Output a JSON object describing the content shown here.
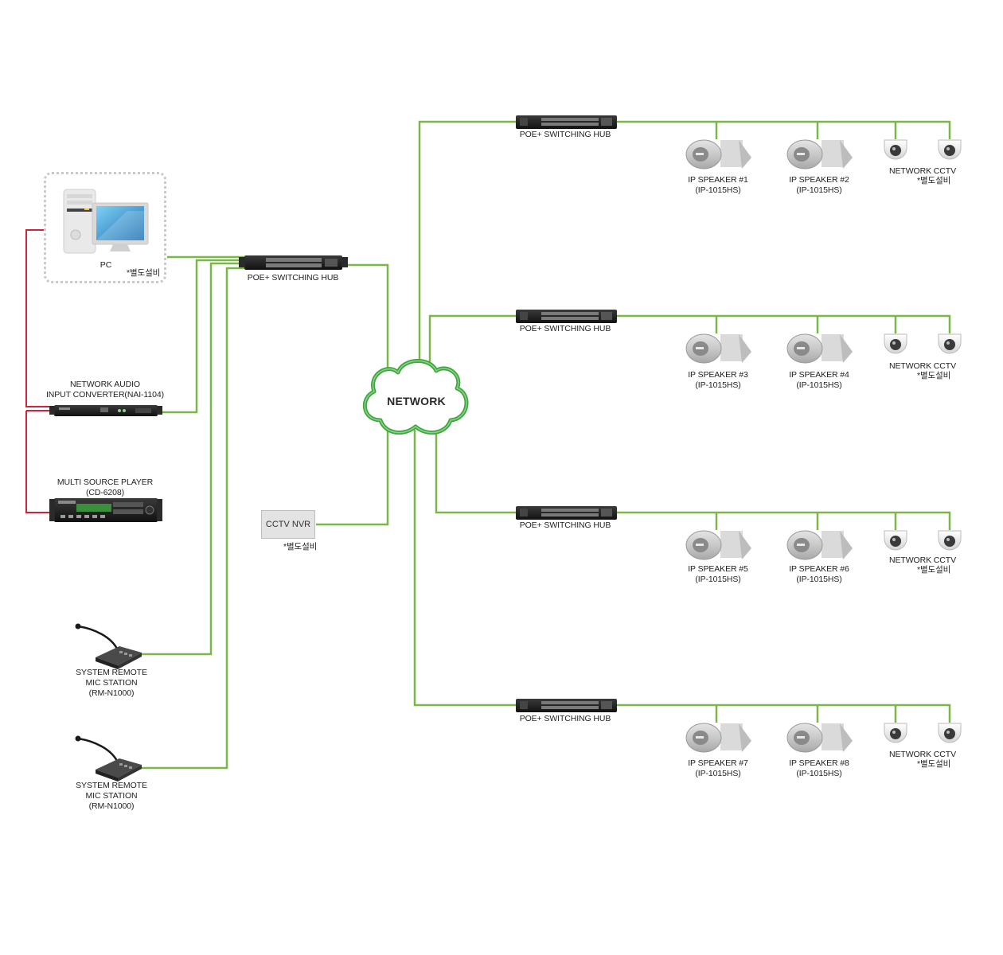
{
  "network": {
    "label": "NETWORK"
  },
  "pc": {
    "label": "PC",
    "note": "*별도설비"
  },
  "main_hub": {
    "label": "POE+ SWITCHING HUB"
  },
  "converter": {
    "line1": "NETWORK AUDIO",
    "line2": "INPUT CONVERTER(NAI-1104)"
  },
  "player": {
    "line1": "MULTI SOURCE PLAYER",
    "line2": "(CD-6208)"
  },
  "nvr": {
    "label": "CCTV NVR",
    "note": "*별도설비"
  },
  "mic_stations": [
    {
      "line1": "SYSTEM REMOTE",
      "line2": "MIC STATION",
      "line3": "(RM-N1000)"
    },
    {
      "line1": "SYSTEM REMOTE",
      "line2": "MIC STATION",
      "line3": "(RM-N1000)"
    }
  ],
  "branches": [
    {
      "hub_label": "POE+ SWITCHING HUB",
      "speakers": [
        {
          "name": "IP SPEAKER #1",
          "model": "(IP-1015HS)"
        },
        {
          "name": "IP SPEAKER #2",
          "model": "(IP-1015HS)"
        }
      ],
      "cctv": {
        "label": "NETWORK CCTV",
        "note": "*별도설비"
      }
    },
    {
      "hub_label": "POE+ SWITCHING HUB",
      "speakers": [
        {
          "name": "IP SPEAKER #3",
          "model": "(IP-1015HS)"
        },
        {
          "name": "IP SPEAKER #4",
          "model": "(IP-1015HS)"
        }
      ],
      "cctv": {
        "label": "NETWORK CCTV",
        "note": "*별도설비"
      }
    },
    {
      "hub_label": "POE+ SWITCHING HUB",
      "speakers": [
        {
          "name": "IP SPEAKER #5",
          "model": "(IP-1015HS)"
        },
        {
          "name": "IP SPEAKER #6",
          "model": "(IP-1015HS)"
        }
      ],
      "cctv": {
        "label": "NETWORK CCTV",
        "note": "*별도설비"
      }
    },
    {
      "hub_label": "POE+ SWITCHING HUB",
      "speakers": [
        {
          "name": "IP SPEAKER #7",
          "model": "(IP-1015HS)"
        },
        {
          "name": "IP SPEAKER #8",
          "model": "(IP-1015HS)"
        }
      ],
      "cctv": {
        "label": "NETWORK CCTV",
        "note": "*별도설비"
      }
    }
  ],
  "colors": {
    "network_line": "#7ab648",
    "audio_line": "#d0243a",
    "cloud": "#3aa83a"
  }
}
